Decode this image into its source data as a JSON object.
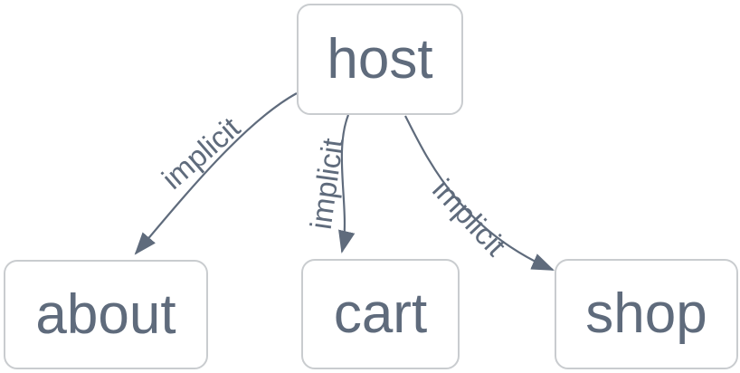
{
  "diagram": {
    "type": "graph",
    "background_color": "#ffffff",
    "node_fill_color": "#ffffff",
    "node_border_color": "#c9cccf",
    "node_text_color": "#5f6b7c",
    "edge_color": "#5f6b7c",
    "edge_label_color": "#5f6b7c",
    "nodes": [
      {
        "id": "host",
        "label": "host"
      },
      {
        "id": "about",
        "label": "about"
      },
      {
        "id": "cart",
        "label": "cart"
      },
      {
        "id": "shop",
        "label": "shop"
      }
    ],
    "edges": [
      {
        "from": "host",
        "to": "about",
        "label": "implicit"
      },
      {
        "from": "host",
        "to": "cart",
        "label": "implicit"
      },
      {
        "from": "host",
        "to": "shop",
        "label": "implicit"
      }
    ]
  }
}
